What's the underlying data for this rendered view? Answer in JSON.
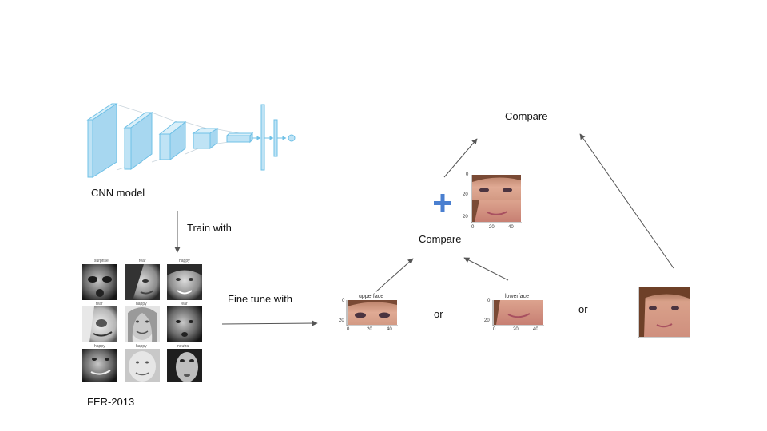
{
  "labels": {
    "cnn_model": "CNN model",
    "train_with": "Train with",
    "fine_tune_with": "Fine tune with",
    "fer_dataset": "FER-2013",
    "compare_top": "Compare",
    "compare_mid": "Compare",
    "or_1": "or",
    "or_2": "or"
  },
  "plots": {
    "upperface_title": "upperface",
    "lowerface_title": "lowerface",
    "axis_y_0": "0",
    "axis_y_20": "20",
    "axis_x_0": "0",
    "axis_x_20": "20",
    "axis_x_40": "40"
  },
  "fer_grid": {
    "captions": [
      "surprise",
      "fear",
      "happy",
      "fear",
      "happy",
      "fear",
      "happy",
      "happy",
      "neutral"
    ]
  },
  "colors": {
    "cnn_block": "#bfe3f5",
    "cnn_edge": "#6fc0e6",
    "plus": "#4a7fd0",
    "arrow": "#555555",
    "skin": "#d8a08a",
    "hair": "#7a4a35"
  }
}
